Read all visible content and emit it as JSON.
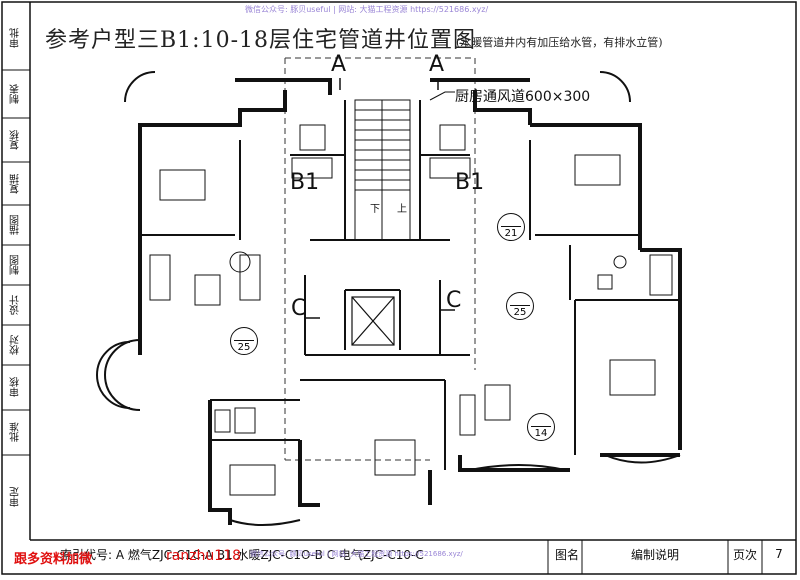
{
  "watermark_top": "微信公众号: 豚贝useful  |  网站: 大猫工程资源  https://521686.xyz/",
  "watermark_bottom": "微信公众号: 豚贝useful  |  网站: 大猫工程资源  https://521686.xyz/",
  "title": "参考户型三B1:10-18层住宅管道井位置图",
  "note": "(水暖管道井内有加压给水管，有排水立管)",
  "side_labels": [
    "审定",
    "批准",
    "审核",
    "校对",
    "设计",
    "制图",
    "描图",
    "复描",
    "复核",
    "制表",
    "审批"
  ],
  "labels": {
    "section_a1": "A",
    "section_a2": "A",
    "section_c1": "C",
    "section_c2": "C",
    "shaft_b1_left": "B1",
    "shaft_b1_right": "B1",
    "stair_down": "下",
    "stair_up": "上",
    "duct": "厨房通风道600×300"
  },
  "markers": [
    {
      "top": "—",
      "bottom": "25"
    },
    {
      "top": "—",
      "bottom": "21"
    },
    {
      "top": "—",
      "bottom": "25"
    },
    {
      "top": "—",
      "bottom": "14"
    }
  ],
  "footer": {
    "index": "索引代号: A  燃气ZJC-C1C-A  B1  水暖ZJC-C1O-B  C  电气ZJC-C10-C",
    "drawing_name_label": "图名",
    "drawing_name": "编制说明",
    "page_label": "页次",
    "page_number": "7"
  },
  "promo_left": "跟多资料加微",
  "promo_right": "ranzhu118",
  "colors": {
    "line": "#111111",
    "watermark": "#9a86d6",
    "promo": "#e01010"
  }
}
